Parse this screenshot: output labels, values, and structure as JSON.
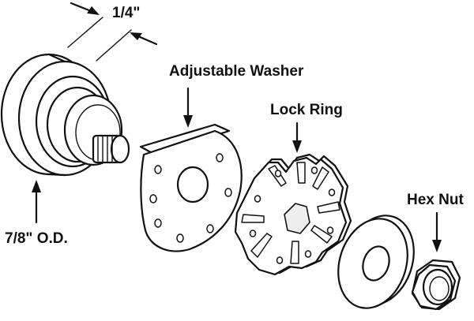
{
  "labels": {
    "dimension_width": "1/4\"",
    "outer_diameter": "7/8\" O.D.",
    "adjustable_washer": "Adjustable Washer",
    "lock_ring": "Lock Ring",
    "hex_nut": "Hex Nut"
  },
  "colors": {
    "line": "#111111",
    "background": "#ffffff"
  }
}
